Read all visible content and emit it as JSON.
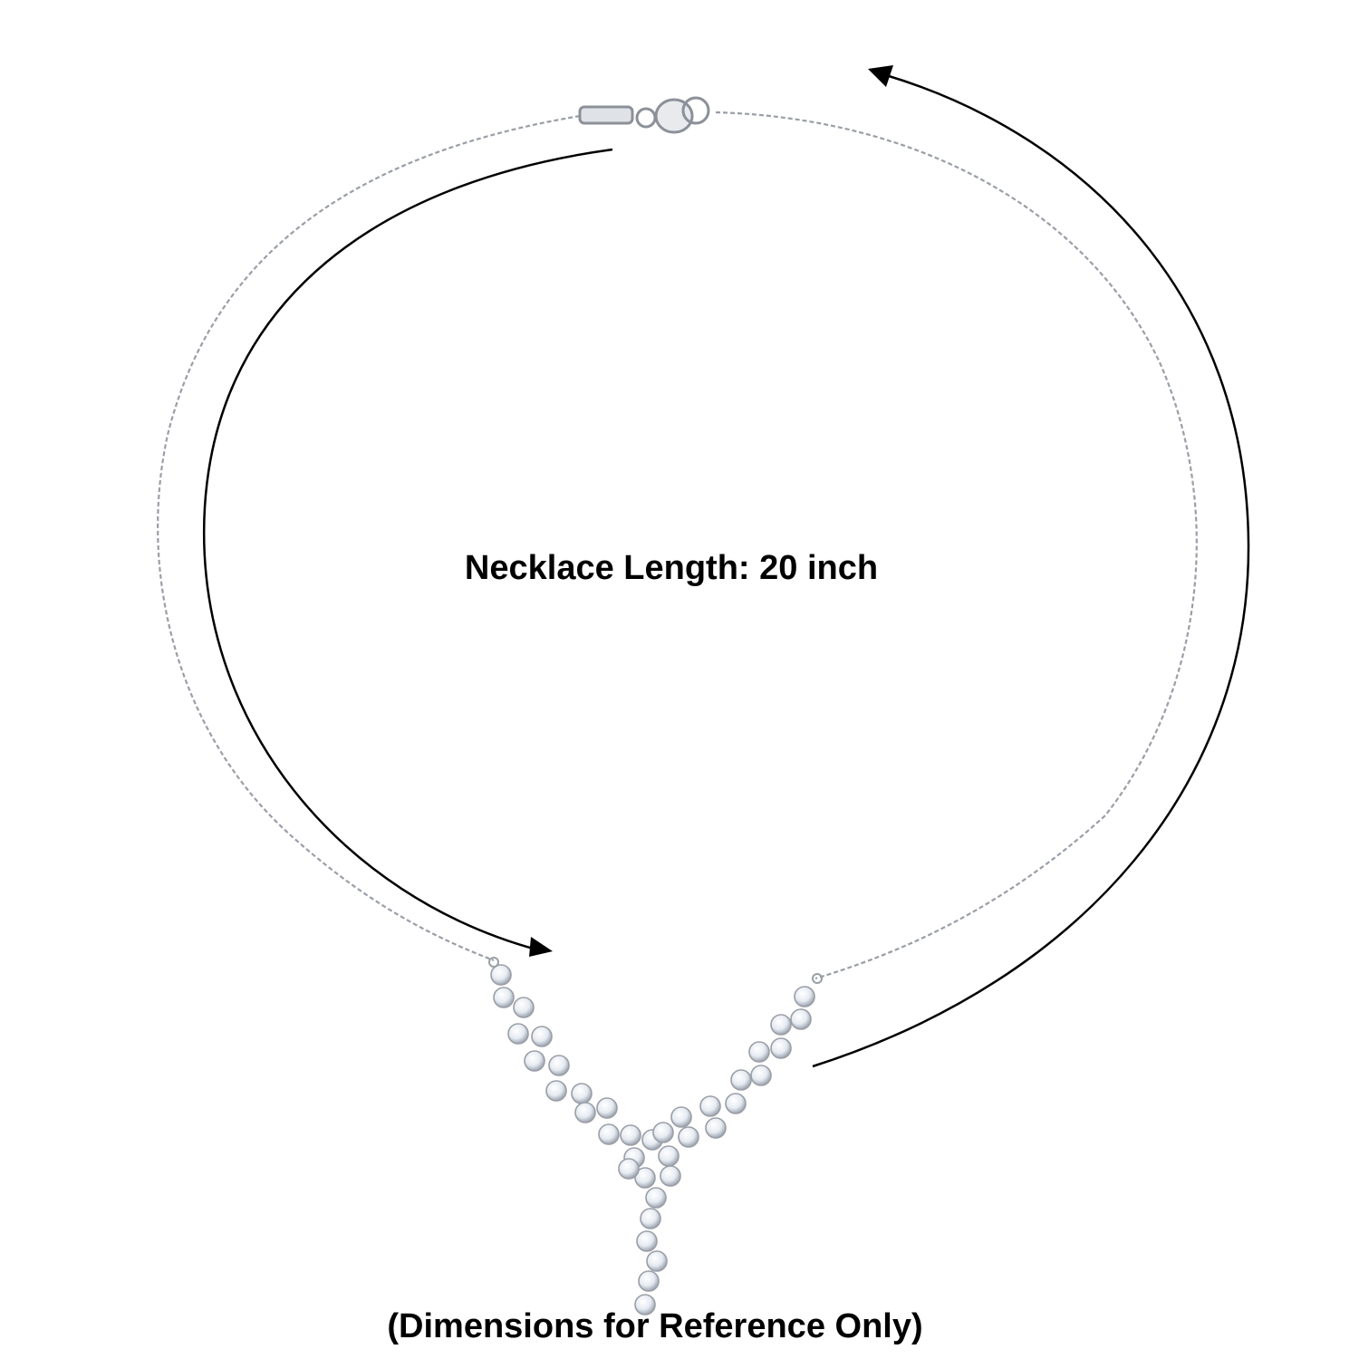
{
  "product_image": {
    "subject": "necklace",
    "background_color": "#ffffff",
    "metal_color": "#9a9ea6",
    "stone_color": "#eef2f7",
    "arrow_color": "#000000"
  },
  "dimension_label": "Necklace Length: 20 inch",
  "disclaimer": "(Dimensions for Reference Only)"
}
